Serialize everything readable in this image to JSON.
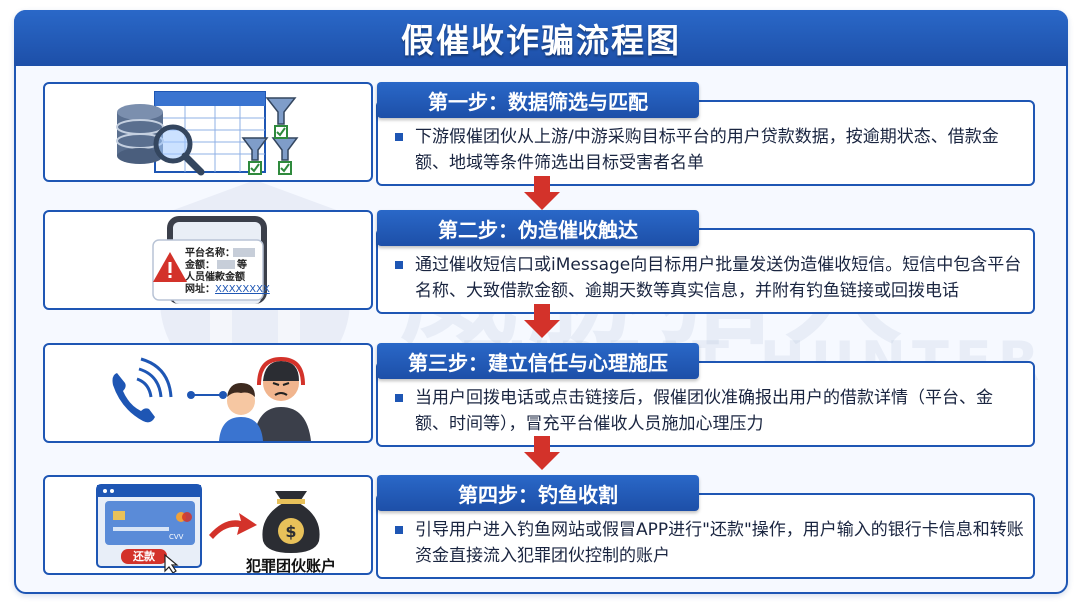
{
  "title": "假催收诈骗流程图",
  "watermark": {
    "cn": "威胁猎人",
    "en": "THREAT HUNTER"
  },
  "steps": [
    {
      "heading": "第一步：数据筛选与匹配",
      "body": "下游假催团伙从上游/中游采购目标平台的用户贷款数据，按逾期状态、借款金额、地域等条件筛选出目标受害者名单",
      "icons": [
        "database-icon",
        "spreadsheet-icon",
        "magnifier-icon",
        "filter-icon",
        "checkbox-icon"
      ]
    },
    {
      "heading": "第二步：伪造催收触达",
      "body": "通过催收短信口或iMessage向目标用户批量发送伪造催收短信。短信中包含平台名称、大致借款金额、逾期天数等真实信息，并附有钓鱼链接或回拨电话",
      "sms": {
        "line1": "平台名称：",
        "line2": "金额：",
        "line2_suffix": "等",
        "line3": "人员催款金额",
        "line4": "网址：",
        "link": "XXXXXXXX"
      },
      "icons": [
        "phone-icon",
        "warning-icon"
      ]
    },
    {
      "heading": "第三步：建立信任与心理施压",
      "body": "当用户回拨电话或点击链接后，假催团伙准确报出用户的借款详情（平台、金额、时间等），冒充平台催收人员施加心理压力",
      "icons": [
        "phone-call-icon",
        "victim-icon",
        "scammer-icon"
      ]
    },
    {
      "heading": "第四步：钓鱼收割",
      "body": "引导用户进入钓鱼网站或假冒APP进行\"还款\"操作，用户输入的银行卡信息和转账资金直接流入犯罪团伙控制的账户",
      "pay_button": "还款",
      "card_text": "CVV",
      "account_label": "犯罪团伙账户",
      "icons": [
        "browser-icon",
        "credit-card-icon",
        "money-bag-icon"
      ]
    }
  ],
  "colors": {
    "primary": "#1e56b4",
    "arrow": "#d3322a",
    "warning": "#d3322a"
  }
}
